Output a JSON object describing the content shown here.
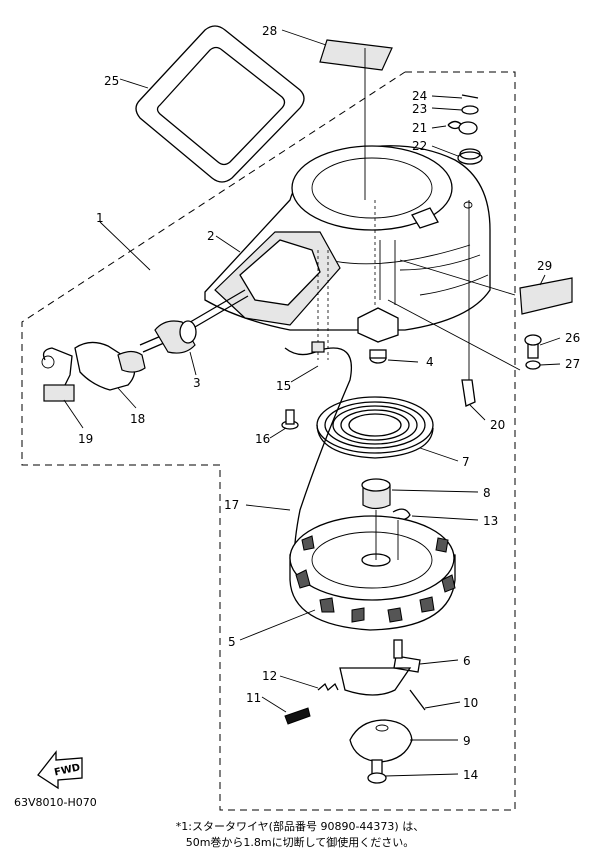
{
  "parts": [
    {
      "num": "1"
    },
    {
      "num": "2"
    },
    {
      "num": "3"
    },
    {
      "num": "4"
    },
    {
      "num": "5"
    },
    {
      "num": "6"
    },
    {
      "num": "7"
    },
    {
      "num": "8"
    },
    {
      "num": "9"
    },
    {
      "num": "10"
    },
    {
      "num": "11"
    },
    {
      "num": "12"
    },
    {
      "num": "13"
    },
    {
      "num": "14"
    },
    {
      "num": "15"
    },
    {
      "num": "16"
    },
    {
      "num": "17"
    },
    {
      "num": "18"
    },
    {
      "num": "19"
    },
    {
      "num": "20"
    },
    {
      "num": "21"
    },
    {
      "num": "22"
    },
    {
      "num": "23"
    },
    {
      "num": "24"
    },
    {
      "num": "25"
    },
    {
      "num": "26"
    },
    {
      "num": "27"
    },
    {
      "num": "28"
    },
    {
      "num": "29"
    }
  ],
  "fwd_label": "FWD",
  "diagram_code": "63V8010-H070",
  "note_line1": "*1:スタータワイヤ(部品番号 90890-44373) は、",
  "note_line2": "50m巻から1.8mに切断して御使用ください。"
}
